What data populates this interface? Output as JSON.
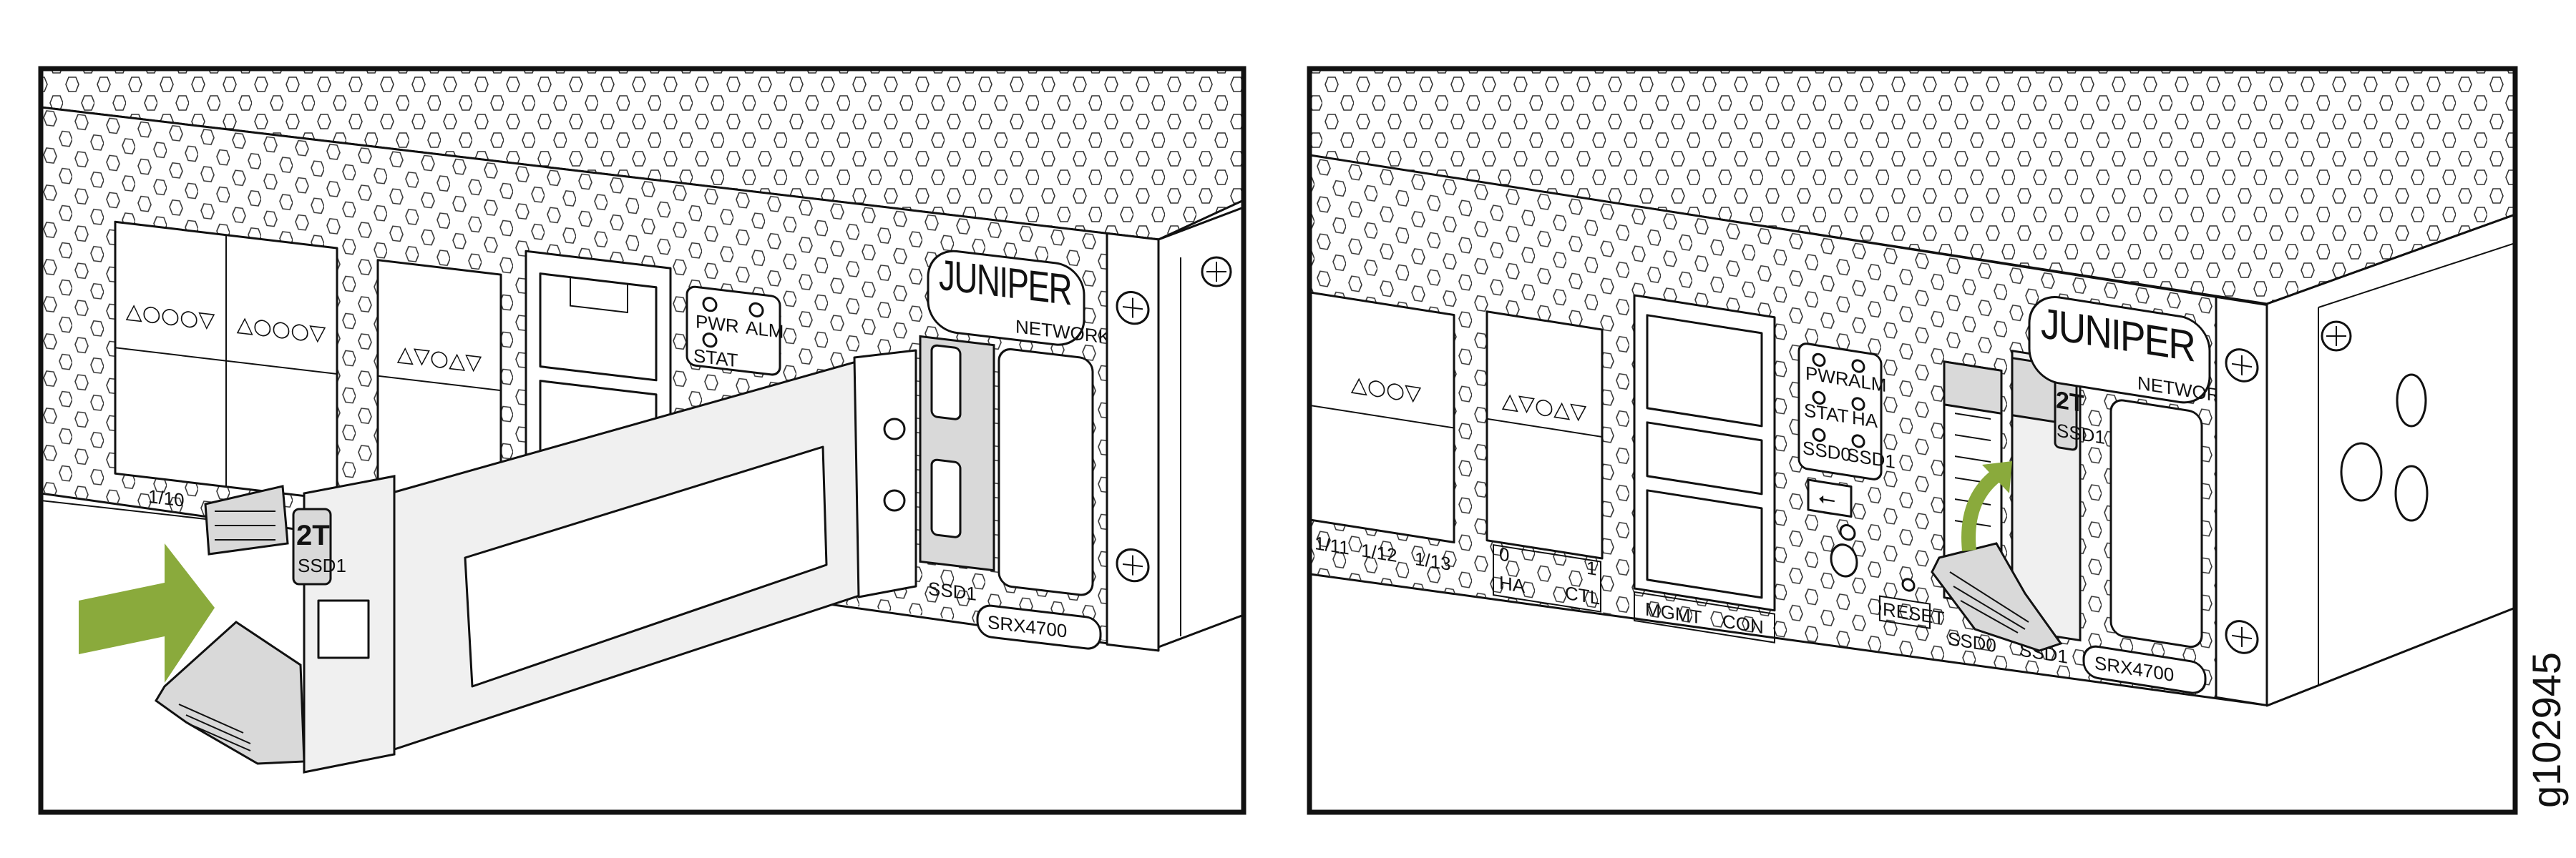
{
  "colors": {
    "accent_arrow": "#8aaa3c",
    "line": "#111111",
    "module_grey": "#d9d9d9"
  },
  "figure_id": "g102945",
  "left_panel": {
    "brand": "JUNIPER",
    "brand_sub": "NETWORKS",
    "model": "SRX4700",
    "led_labels": [
      "PWR",
      "ALM",
      "STAT"
    ],
    "port_label": "1/10",
    "slot_label": "SSD1",
    "module_capacity": "2T",
    "module_slot": "SSD1",
    "arrow_icon": "arrow-right-icon"
  },
  "right_panel": {
    "brand": "JUNIPER",
    "brand_sub": "NETWORKS",
    "model": "SRX4700",
    "led_labels": [
      "PWR",
      "ALM",
      "STAT",
      "HA",
      "SSD0",
      "SSD1"
    ],
    "port_labels": [
      "1/11",
      "1/12",
      "1/13"
    ],
    "ha_top": [
      "0",
      "1"
    ],
    "ha_labels": [
      "HA",
      "CTL"
    ],
    "mgmt_labels": [
      "MGMT",
      "CON"
    ],
    "reset_label": "RESET",
    "slot_labels": [
      "SSD0",
      "SSD1"
    ],
    "module_capacity": "2T",
    "module_slot": "SSD1",
    "arrow_icon": "arrow-curved-up-icon"
  }
}
